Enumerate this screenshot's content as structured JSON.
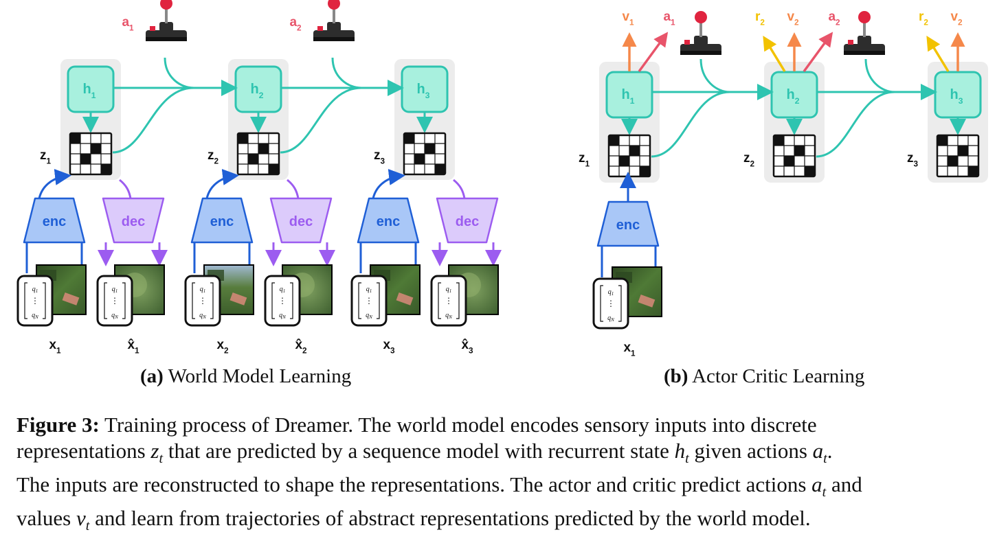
{
  "panel_a": {
    "caption_prefix": "(a)",
    "caption_text": "World Model Learning",
    "steps": [
      {
        "h": "h",
        "z": "z",
        "x": "x",
        "xhat": "x̂",
        "a": "a",
        "idx": "1"
      },
      {
        "h": "h",
        "z": "z",
        "x": "x",
        "xhat": "x̂",
        "a": "a",
        "idx": "2"
      },
      {
        "h": "h",
        "z": "z",
        "x": "x",
        "xhat": "x̂",
        "idx": "3"
      }
    ],
    "enc_label": "enc",
    "dec_label": "dec",
    "vector_top": "q",
    "vector_bottom": "q",
    "vector_top_sub": "1",
    "vector_bottom_sub": "N"
  },
  "panel_b": {
    "caption_prefix": "(b)",
    "caption_text": "Actor Critic Learning",
    "steps": [
      {
        "h": "h",
        "z": "z",
        "idx": "1",
        "outputs": [
          {
            "t": "v",
            "s": "1"
          },
          {
            "t": "a",
            "s": "1"
          }
        ]
      },
      {
        "h": "h",
        "z": "z",
        "idx": "2",
        "outputs": [
          {
            "t": "r",
            "s": "2"
          },
          {
            "t": "v",
            "s": "2"
          },
          {
            "t": "a",
            "s": "2"
          }
        ]
      },
      {
        "h": "h",
        "z": "z",
        "idx": "3",
        "outputs": [
          {
            "t": "r",
            "s": "2"
          },
          {
            "t": "v",
            "s": "2"
          }
        ]
      }
    ],
    "enc_label": "enc",
    "x_label": "x",
    "x_sub": "1"
  },
  "caption": {
    "label": "Figure 3:",
    "line1": " Training process of Dreamer. The world model encodes sensory inputs into discrete",
    "line2a": "representations ",
    "z": "z",
    "t": "t",
    "line2b": " that are predicted by a sequence model with recurrent state ",
    "h": "h",
    "line2c": " given actions ",
    "a": "a",
    "line2d": ".",
    "line3": "The inputs are reconstructed to shape the representations. The actor and critic predict actions ",
    "line3end": " and",
    "line4a": "values ",
    "v": "v",
    "line4b": " and learn from trajectories of abstract representations predicted by the world model."
  },
  "colors": {
    "teal": "#2ec4b0",
    "teal_fill": "#a8f0de",
    "enc_fill": "#a9c7f7",
    "enc_stroke": "#1f5fd6",
    "dec_fill": "#dccbfb",
    "dec_stroke": "#9c5cf0",
    "action_red": "#e8546a",
    "value_orange": "#f5884a",
    "reward_yellow": "#f2c200",
    "panel_gray": "#ececec"
  }
}
